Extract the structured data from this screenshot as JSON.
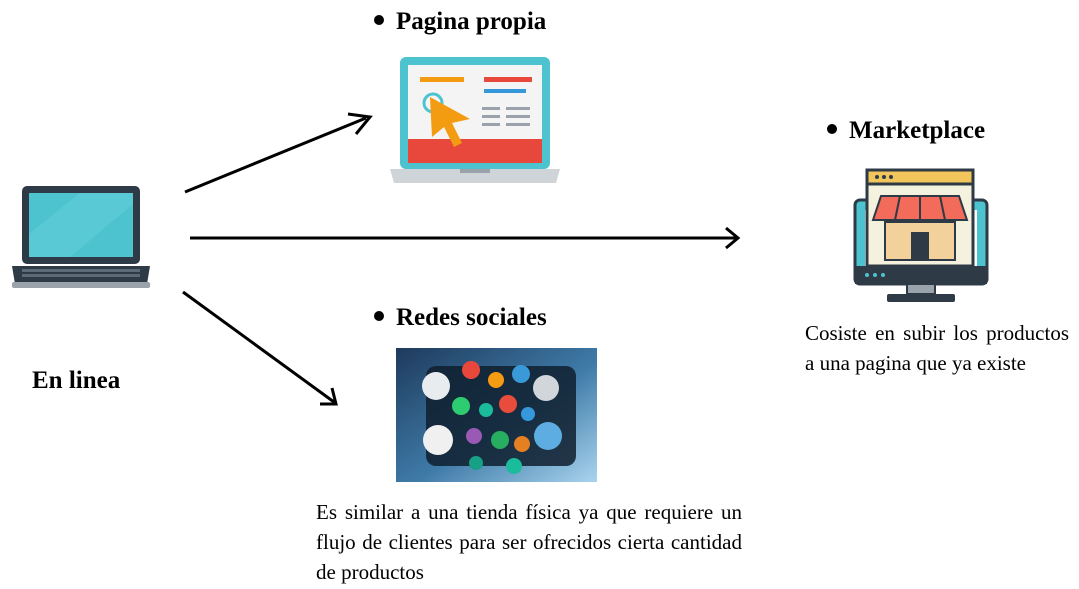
{
  "source": {
    "label": "En linea",
    "icon": "laptop-icon"
  },
  "channels": [
    {
      "title": "Pagina propia",
      "icon": "web-page-laptop-icon",
      "description": ""
    },
    {
      "title": "Marketplace",
      "icon": "storefront-monitor-icon",
      "description": "Cosiste en subir los productos a una pagina que ya existe"
    },
    {
      "title": "Redes sociales",
      "icon": "social-media-apps-image",
      "description": "Es similar a una tienda física ya que requiere un flujo de clientes para ser ofrecidos cierta cantidad de productos"
    }
  ],
  "colors": {
    "teal_screen": "#4ec3d0",
    "dark_frame": "#2e3b47",
    "red_accent": "#e8473c",
    "orange_cursor": "#f39c12",
    "awning_red": "#f26b5b",
    "arrow": "#000000"
  }
}
